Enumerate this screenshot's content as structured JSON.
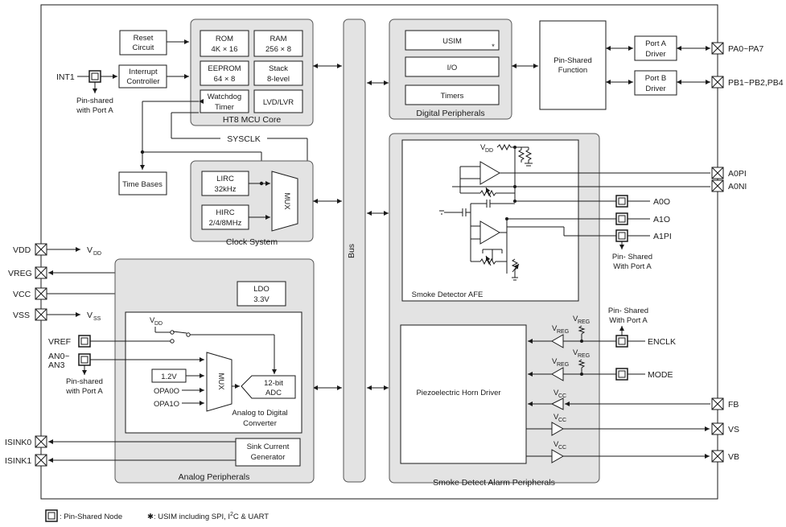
{
  "core": {
    "rom": "ROM",
    "rom_size": "4K × 16",
    "ram": "RAM",
    "ram_size": "256 × 8",
    "eeprom": "EEPROM",
    "eeprom_size": "64 × 8",
    "stack": "Stack",
    "stack_size": "8-level",
    "watchdog": "Watchdog",
    "timer": "Timer",
    "lvd": "LVD/LVR",
    "label": "HT8 MCU Core"
  },
  "reset": {
    "l1": "Reset",
    "l2": "Circuit"
  },
  "interrupt": {
    "l1": "Interrupt",
    "l2": "Controller"
  },
  "int1": {
    "pin": "INT1",
    "note1": "Pin-shared",
    "note2": "with Port A"
  },
  "sysclk": "SYSCLK",
  "time_bases": "Time Bases",
  "clock": {
    "lirc": "LIRC",
    "lirc_f": "32kHz",
    "hirc": "HIRC",
    "hirc_f": "2/4/8MHz",
    "mux": "MUX",
    "label": "Clock System"
  },
  "bus": "Bus",
  "digital": {
    "usim": "USIM",
    "star": "*",
    "io": "I/O",
    "timers": "Timers",
    "label": "Digital Peripherals"
  },
  "pin_shared_function": {
    "l1": "Pin-Shared",
    "l2": "Function"
  },
  "port_a": {
    "l1": "Port A",
    "l2": "Driver",
    "pins": "PA0~PA7"
  },
  "port_b": {
    "l1": "Port B",
    "l2": "Driver",
    "pins": "PB1~PB2,PB4"
  },
  "power": {
    "vdd": "VDD",
    "vdd_out": "V",
    "vdd_sub": "DD",
    "vreg": "VREG",
    "vcc": "VCC",
    "vss": "VSS",
    "vss_out": "V",
    "vss_sub": "SS"
  },
  "ldo": {
    "l1": "LDO",
    "l2": "3.3V"
  },
  "analog": {
    "vdd_label": "V",
    "vdd_sub": "DD",
    "vref": "VREF",
    "an0": "AN0~",
    "an3": "AN3",
    "note1": "Pin-shared",
    "note2": "with Port A",
    "v12": "1.2V",
    "opa0o": "OPA0O",
    "opa1o": "OPA1O",
    "mux": "MUX",
    "adc1": "12-bit",
    "adc2": "ADC",
    "conv1": "Analog to Digital",
    "conv2": "Converter",
    "label": "Analog Peripherals"
  },
  "sink": {
    "l1": "Sink Current",
    "l2": "Generator",
    "isink0": "ISINK0",
    "isink1": "ISINK1"
  },
  "smoke": {
    "vdd": "V",
    "vdd_sub": "DD",
    "afe_label": "Smoke Detector AFE",
    "a0pi": "A0PI",
    "a0ni": "A0NI",
    "a0o": "A0O",
    "a1o": "A1O",
    "a1pi": "A1PI",
    "note1": "Pin- Shared",
    "note2": "With Port A",
    "label": "Smoke Detect Alarm Peripherals"
  },
  "horn": {
    "label": "Piezoelectric Horn Driver",
    "vreg": "V",
    "vreg_sub": "REG",
    "vcc": "V",
    "vcc_sub": "CC",
    "note1": "Pin- Shared",
    "note2": "With Port A",
    "enclk": "ENCLK",
    "mode": "MODE",
    "fb": "FB",
    "vs": "VS",
    "vb": "VB"
  },
  "legend": {
    "node": ": Pin-Shared Node",
    "usim_a": "✱: USIM including SPI, I",
    "usim_sup": "2",
    "usim_b": "C & UART"
  }
}
